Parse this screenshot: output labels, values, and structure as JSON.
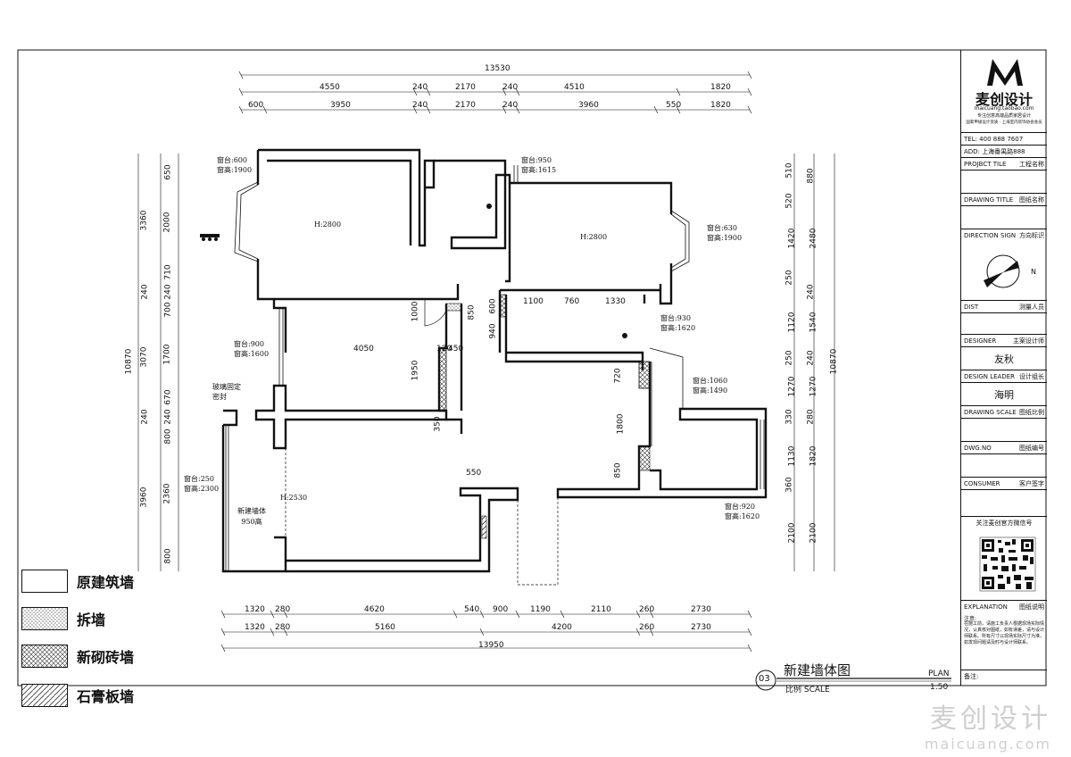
{
  "drawing": {
    "title": "新建墙体图",
    "number": "03",
    "plan_label": "PLAN",
    "scale_label": "比例 SCALE",
    "scale_value": "1:50"
  },
  "dims_top": {
    "total": "13530",
    "row1": [
      "4550",
      "240",
      "2170",
      "240",
      "4510",
      "1820"
    ],
    "row2": [
      "600",
      "3950",
      "240",
      "2170",
      "240",
      "3960",
      "550",
      "1820"
    ]
  },
  "dims_bottom": {
    "total": "13950",
    "row1": [
      "1320",
      "280",
      "4620",
      "540",
      "900",
      "1190",
      "2110",
      "260",
      "2730"
    ],
    "row2": [
      "1320",
      "280",
      "5160",
      "4200",
      "260",
      "2730"
    ]
  },
  "dims_left": {
    "total": "10870",
    "outer": [
      "3360",
      "240",
      "3070",
      "240",
      "3960"
    ],
    "inner": [
      "650",
      "2000",
      "710",
      "240",
      "700",
      "1700",
      "670",
      "240",
      "800",
      "2360",
      "800"
    ]
  },
  "dims_right": {
    "total": "10870",
    "outer": [
      "880",
      "2480",
      "240",
      "1540",
      "240",
      "1270",
      "280",
      "1820",
      "2100"
    ],
    "inner": [
      "510",
      "520",
      "1420",
      "250",
      "1120",
      "250",
      "1270",
      "330",
      "1130",
      "360",
      "2100"
    ]
  },
  "interior_dims": [
    "1100",
    "760",
    "1330",
    "600",
    "940",
    "850",
    "1000",
    "4050",
    "120",
    "450",
    "1950",
    "350",
    "720",
    "1800",
    "850",
    "550"
  ],
  "room_heights": [
    "H:2800",
    "H:2800",
    "H:2530"
  ],
  "window_notes": [
    {
      "sill": "窗台:600",
      "height": "窗高:1900"
    },
    {
      "sill": "窗台:950",
      "height": "窗高:1615"
    },
    {
      "sill": "窗台:630",
      "height": "窗高:1900"
    },
    {
      "sill": "窗台:930",
      "height": "窗高:1620"
    },
    {
      "sill": "窗台:900",
      "height": "窗高:1600"
    },
    {
      "sill": "窗台:1060",
      "height": "窗高:1490"
    },
    {
      "sill": "窗台:250",
      "height": "窗高:2300"
    },
    {
      "sill": "窗台:920",
      "height": "窗高:1620"
    }
  ],
  "annotations": {
    "glass_fixed": "玻璃固定",
    "sealed": "密封",
    "new_wall": "新建墙体",
    "new_wall_height": "950高"
  },
  "legend": [
    {
      "label": "原建筑墙",
      "pattern": "blank"
    },
    {
      "label": "拆墙",
      "pattern": "dots"
    },
    {
      "label": "新砌砖墙",
      "pattern": "crosshatch"
    },
    {
      "label": "石膏板墙",
      "pattern": "diagonal"
    }
  ],
  "title_block": {
    "brand": "麦创设计",
    "brand_url": "maicuang.taobao.com",
    "slogan": "专注创意高端品质家居设计",
    "member": "国家甲级设计资质 · 上海室内装饰协会会员",
    "tel": "TEL: 400 888 7607",
    "addr": "ADD: 上海番禺路888",
    "rows": [
      {
        "en": "PROJBCT TILE",
        "cn": "工程名称"
      },
      {
        "en": "DRAWING TITLE",
        "cn": "图纸名称"
      },
      {
        "en": "DIRECTION SIGN",
        "cn": "方向标识"
      },
      {
        "en": "DIST",
        "cn": "测量人员"
      },
      {
        "en": "DESIGNER",
        "cn": "主案设计师"
      },
      {
        "en": "DESIGN LEADER",
        "cn": "设计组长"
      },
      {
        "en": "DRAWING SCALE",
        "cn": "图纸比例"
      },
      {
        "en": "DWG.NO",
        "cn": "图纸编号"
      },
      {
        "en": "CONSUMER",
        "cn": "客户签字"
      },
      {
        "en": "EXPLANATION",
        "cn": "图纸说明"
      }
    ],
    "designer_name": "友秋",
    "leader_name": "海明",
    "north": "N",
    "wechat": "关注麦创官方微信号",
    "notes_title": "注意:",
    "notes": "在施工前，请施工负责人根据现场实际情况，认真核对图纸，如有误差，请与设计师联系。所有尺寸以现场实际尺寸为准，如发现问题请及时与设计师联系。",
    "remark": "备注:"
  },
  "watermark": {
    "cn": "麦创设计",
    "url": "maicuang.com"
  }
}
